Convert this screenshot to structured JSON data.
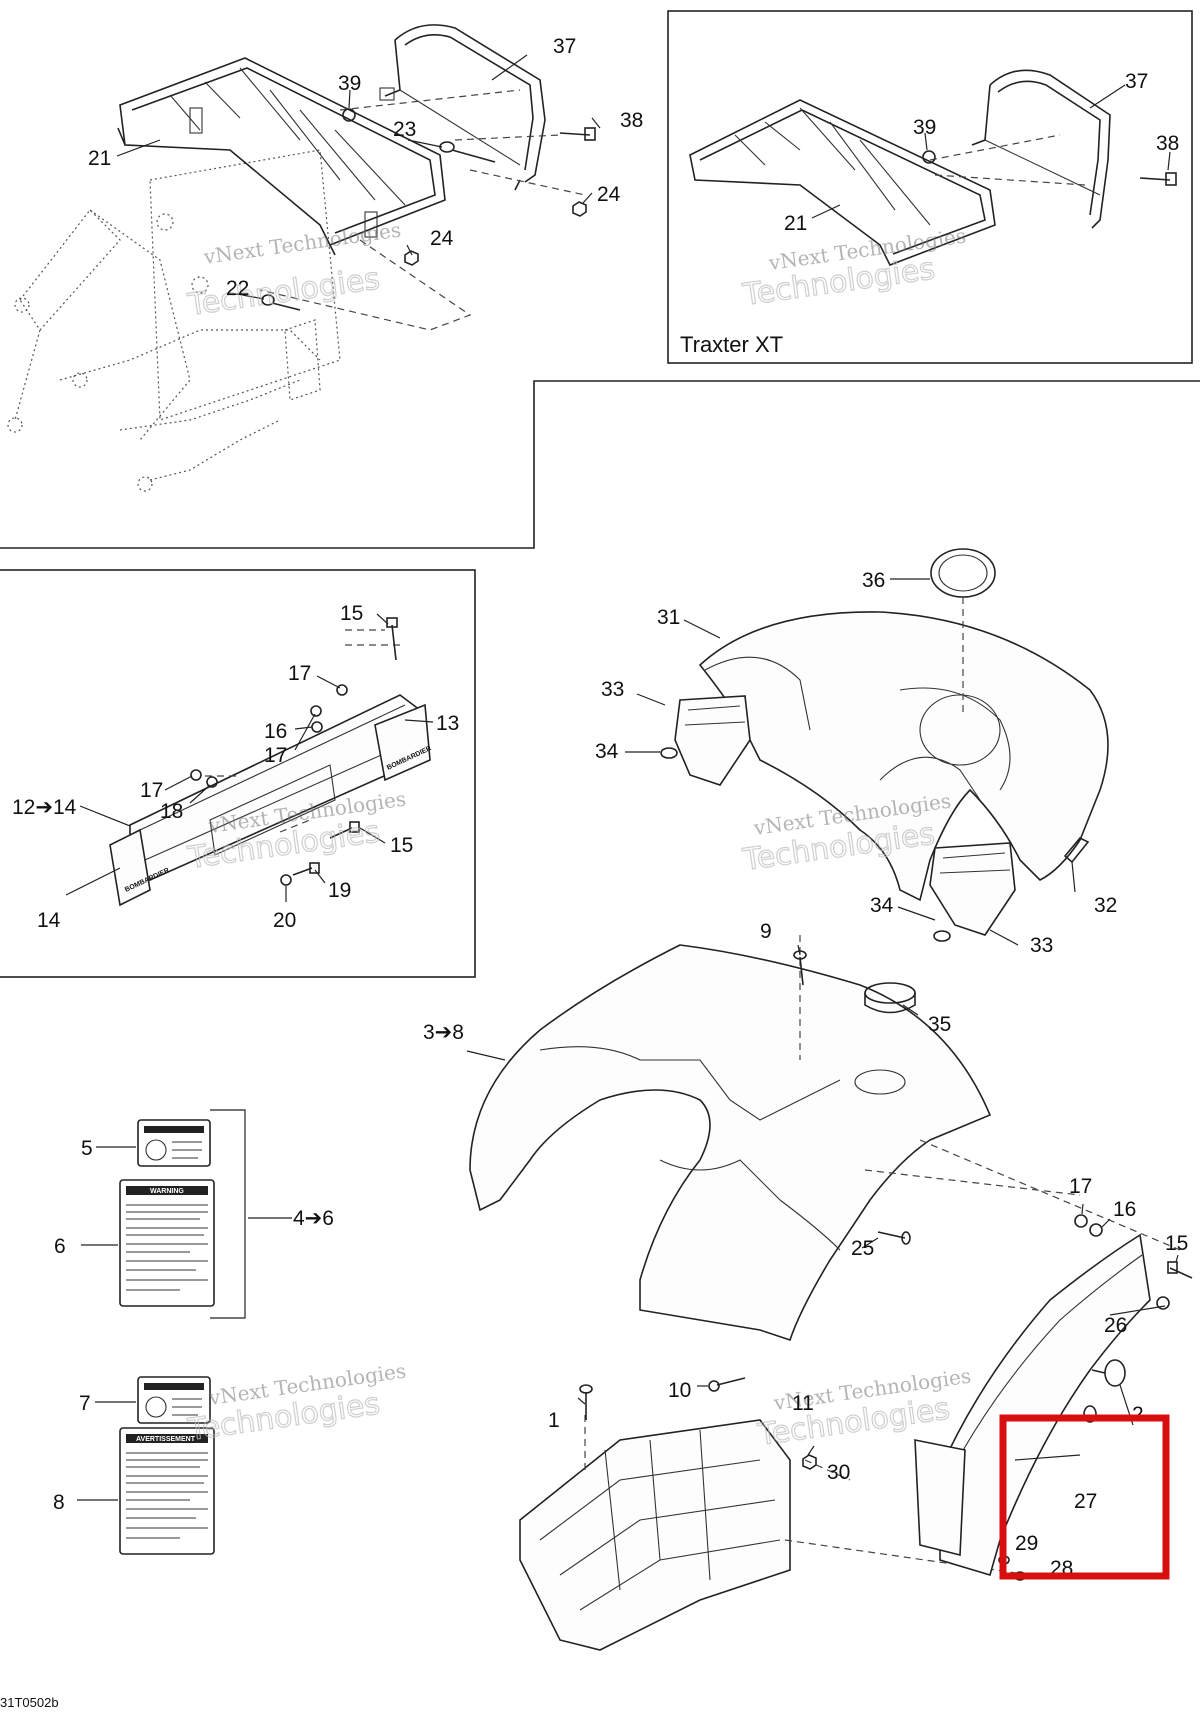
{
  "title": "",
  "drawing_code": "31T0502b",
  "inset": {
    "label": "Traxter XT"
  },
  "watermark": {
    "line1": "vNext Technologies",
    "line2": "Technologies"
  },
  "decals": {
    "warning": "WARNING",
    "avertissement": "AVERTISSEMENT",
    "brand": "BOMBARDIER"
  },
  "callouts": {
    "c1": "1",
    "c2": "2",
    "c3_8": "3➔8",
    "c4_6": "4➔6",
    "c5": "5",
    "c6": "6",
    "c7": "7",
    "c8": "8",
    "c9": "9",
    "c10": "10",
    "c11": "11",
    "c12_14": "12➔14",
    "c13": "13",
    "c14": "14",
    "c15a": "15",
    "c15b": "15",
    "c15c": "15",
    "c16a": "16",
    "c16b": "16",
    "c17a": "17",
    "c17b": "17",
    "c17c": "17",
    "c17d": "17",
    "c18": "18",
    "c19": "19",
    "c20": "20",
    "c21a": "21",
    "c21b": "21",
    "c22": "22",
    "c23": "23",
    "c24a": "24",
    "c24b": "24",
    "c25": "25",
    "c26": "26",
    "c27": "27",
    "c28": "28",
    "c29": "29",
    "c30": "30",
    "c31": "31",
    "c32": "32",
    "c33a": "33",
    "c33b": "33",
    "c34a": "34",
    "c34b": "34",
    "c35": "35",
    "c36": "36",
    "c37a": "37",
    "c37b": "37",
    "c38a": "38",
    "c38b": "38",
    "c39a": "39",
    "c39b": "39"
  },
  "highlight": {
    "color": "#d90f0f",
    "parts": [
      "27",
      "28",
      "29"
    ]
  },
  "colors": {
    "line": "#222222",
    "background": "#ffffff",
    "watermark": "#777777"
  }
}
